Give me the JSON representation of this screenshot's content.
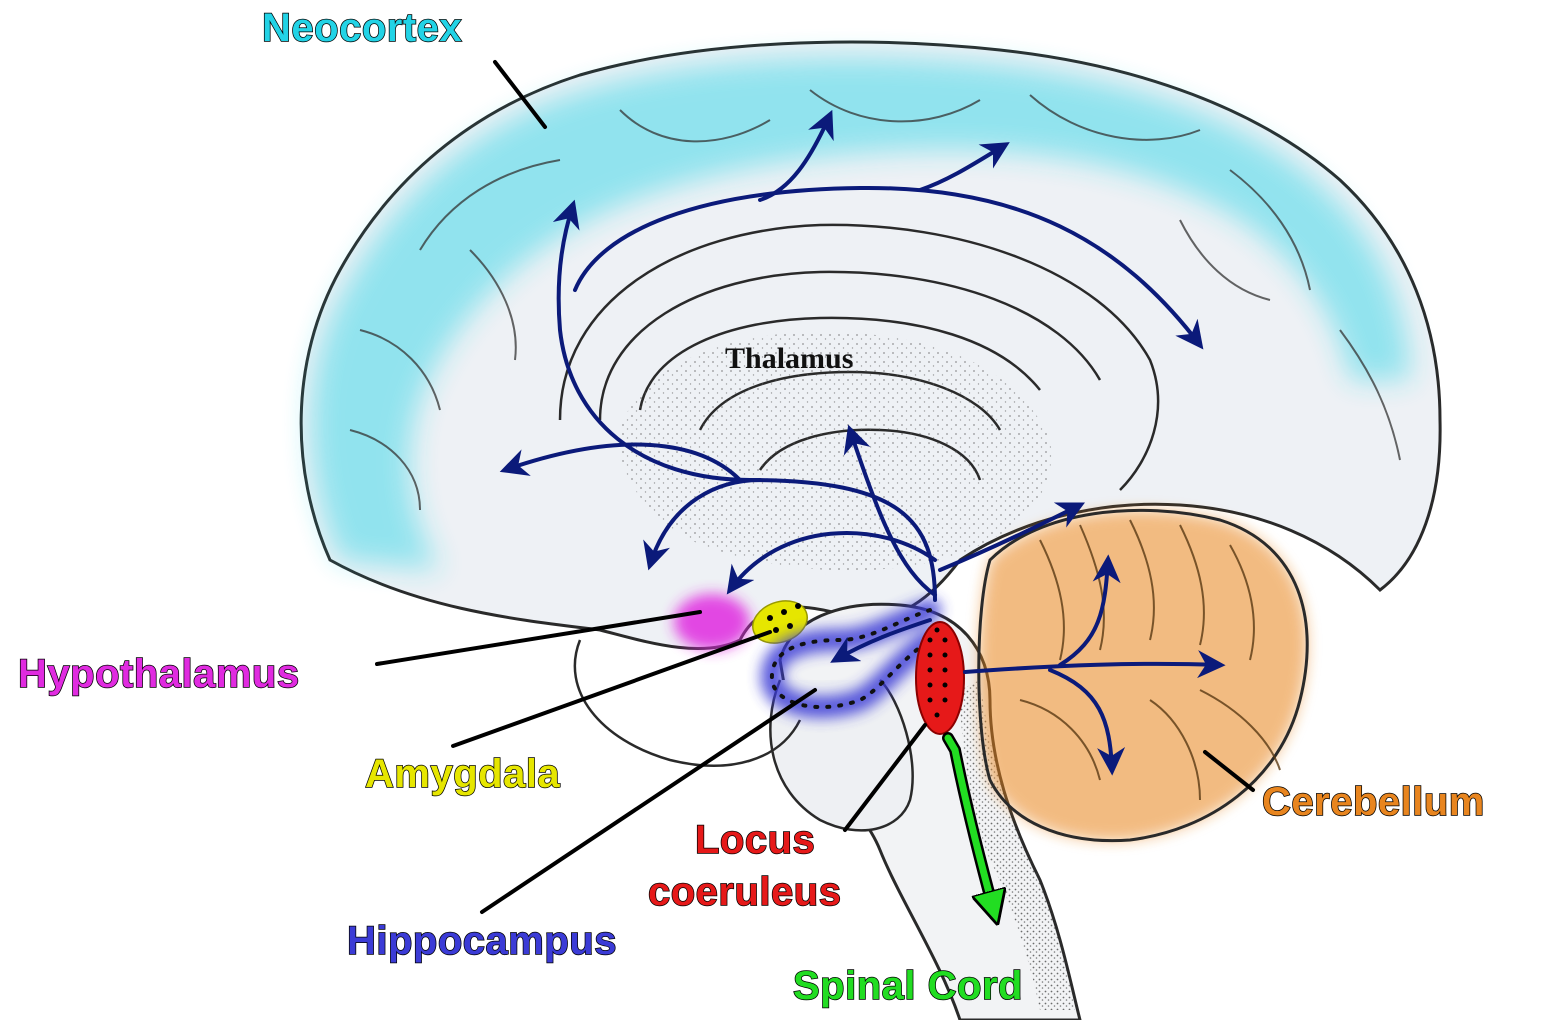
{
  "labels": {
    "neocortex": "Neocortex",
    "thalamus": "Thalamus",
    "hypothalamus": "Hypothalamus",
    "amygdala": "Amygdala",
    "hippocampus": "Hippocampus",
    "locus": "Locus",
    "coeruleus": "coeruleus",
    "spinal_cord": "Spinal Cord",
    "cerebellum": "Cerebellum"
  },
  "colors": {
    "neocortex": "#22d3e6",
    "hypothalamus": "#e02be0",
    "amygdala": "#e6e600",
    "hippocampus": "#3b3bd6",
    "locus_coeruleus": "#e61919",
    "spinal_cord": "#22dd22",
    "cerebellum": "#e8851f",
    "pathway": "#0b1a7a",
    "brain_fill": "#eef1f5",
    "outline": "#2a2a2a"
  }
}
